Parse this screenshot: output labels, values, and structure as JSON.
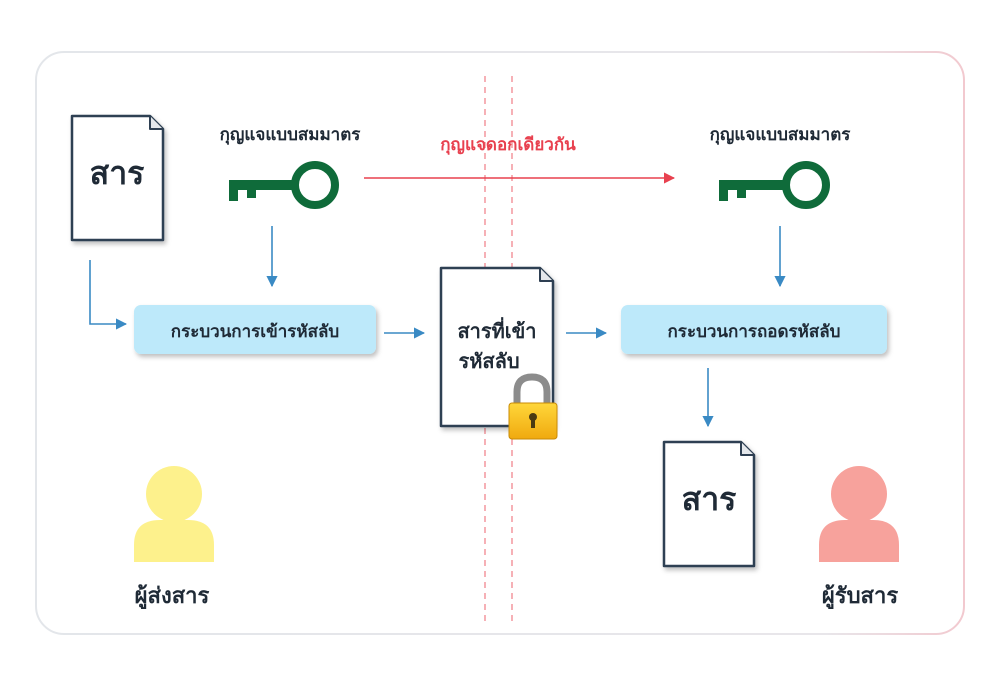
{
  "sender": {
    "document_label": "สาร",
    "key_label": "กุญแจแบบสมมาตร",
    "process_label": "กระบวนการเข้ารหัสลับ",
    "person_label": "ผู้ส่งสาร",
    "person_color": "#fdf18c"
  },
  "channel": {
    "shared_key_label": "กุญแจดอกเดียวกัน",
    "arrow_color": "#e8414f",
    "divider_color": "#ef7d86"
  },
  "ciphertext": {
    "line1": "สารที่เข้า",
    "line2": "รหัสลับ",
    "icon": "padlock-icon"
  },
  "receiver": {
    "document_label": "สาร",
    "key_label": "กุญแจแบบสมมาตร",
    "process_label": "กระบวนการถอดรหัสลับ",
    "person_label": "ผู้รับสาร",
    "person_color": "#f7a29c"
  },
  "colors": {
    "key": "#0f6b3a",
    "process_fill": "#bde9fa",
    "flow_arrow": "#3a8ac4",
    "document_stroke": "#2e3f52"
  }
}
